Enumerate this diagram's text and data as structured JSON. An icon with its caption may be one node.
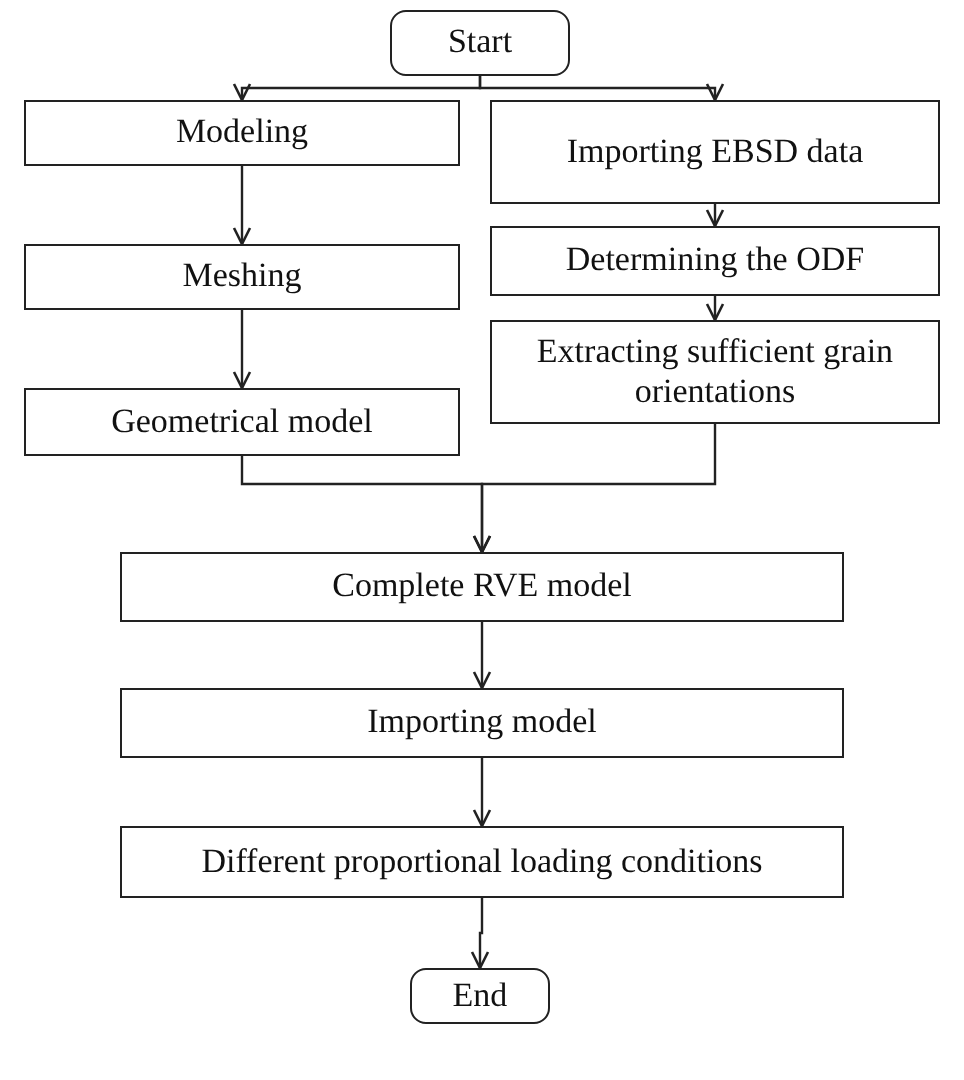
{
  "diagram": {
    "nodes": [
      {
        "text": [
          "Start"
        ]
      },
      {
        "text": [
          "Modeling"
        ]
      },
      {
        "text": [
          "Meshing"
        ]
      },
      {
        "text": [
          "Geometrical model"
        ]
      },
      {
        "text": [
          "Importing EBSD data"
        ]
      },
      {
        "text": [
          "Determining the ODF"
        ]
      },
      {
        "text": [
          "Extracting sufficient grain orientations"
        ]
      },
      {
        "text": [
          "Complete RVE model"
        ]
      },
      {
        "text": [
          "Importing model"
        ]
      },
      {
        "text": [
          "Different proportional loading conditions"
        ]
      },
      {
        "text": [
          "End"
        ]
      }
    ],
    "edges": [
      {
        "from": 0,
        "to": 1,
        "arrow": "to"
      },
      {
        "from": 0,
        "to": 4,
        "arrow": "to"
      },
      {
        "from": 1,
        "to": 2,
        "arrow": "to"
      },
      {
        "from": 2,
        "to": 3,
        "arrow": "to"
      },
      {
        "from": 4,
        "to": 5,
        "arrow": "to"
      },
      {
        "from": 5,
        "to": 6,
        "arrow": "to"
      },
      {
        "from": 3,
        "to": 7,
        "arrow": "to"
      },
      {
        "from": 6,
        "to": 7,
        "arrow": "to"
      },
      {
        "from": 7,
        "to": 8,
        "arrow": "to"
      },
      {
        "from": 8,
        "to": 9,
        "arrow": "to"
      },
      {
        "from": 9,
        "to": 10,
        "arrow": "to"
      }
    ]
  }
}
